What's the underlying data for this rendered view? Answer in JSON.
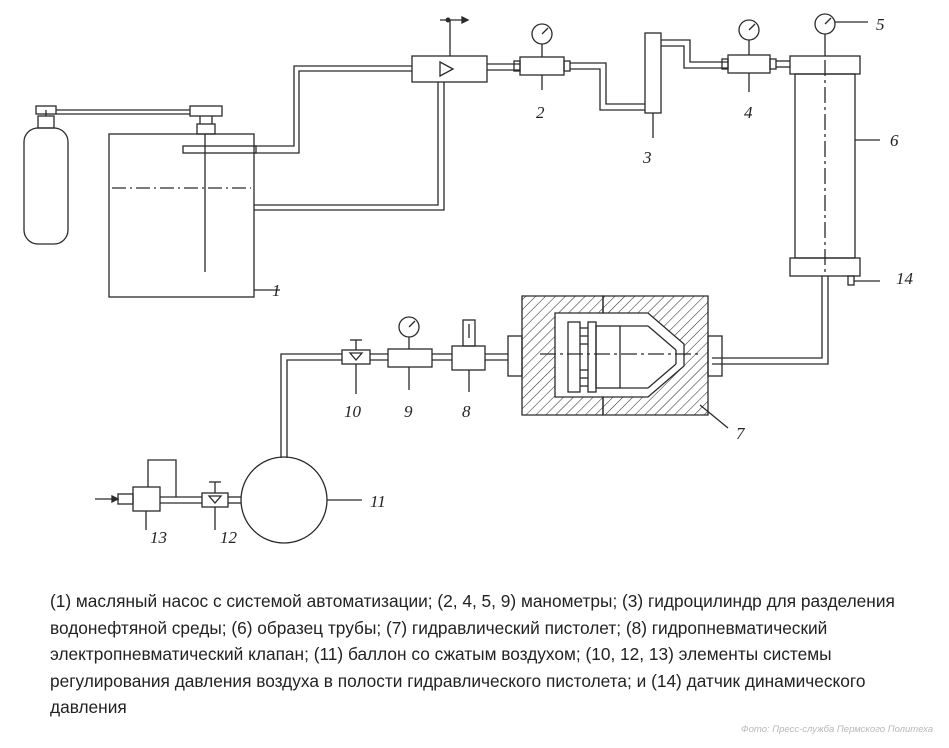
{
  "diagram": {
    "labels": {
      "l1": "1",
      "l2": "2",
      "l3": "3",
      "l4": "4",
      "l5": "5",
      "l6": "6",
      "l7": "7",
      "l8": "8",
      "l9": "9",
      "l10": "10",
      "l11": "11",
      "l12": "12",
      "l13": "13",
      "l14": "14"
    }
  },
  "caption": {
    "text": "(1) масляный насос с системой автоматизации; (2, 4, 5, 9) манометры; (3) гидроцилиндр для разделения водонефтяной среды; (6) образец трубы; (7) гидравлический пистолет; (8) гидропневматический электропневматический клапан; (11) баллон со сжатым воздухом; (10, 12, 13) элементы системы регулирования давления воздуха в полости гидравлического пистолета; и (14) датчик динамического давления"
  },
  "credit": {
    "text": "Фото: Пресс-служба Пермского Политеха"
  }
}
